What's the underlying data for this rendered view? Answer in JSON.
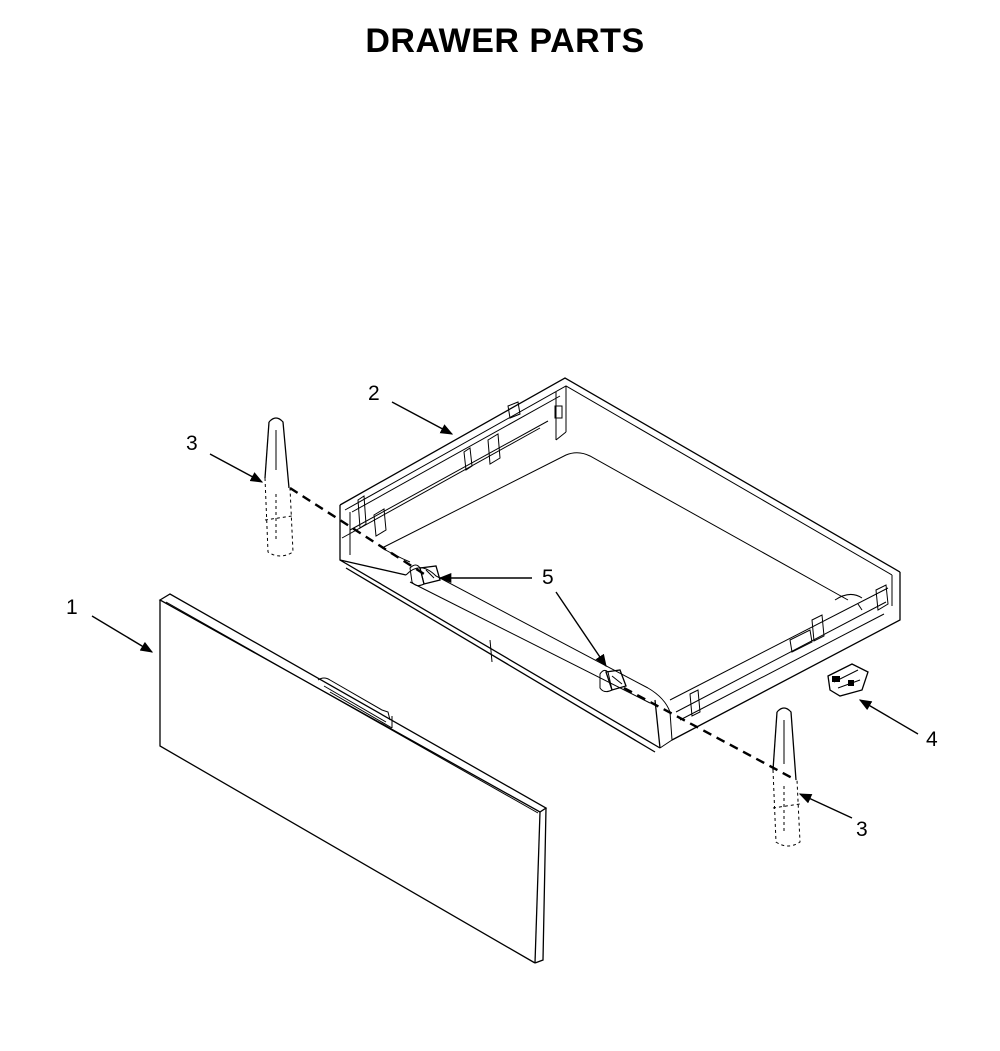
{
  "title": "DRAWER PARTS",
  "callouts": {
    "c1": "1",
    "c2": "2",
    "c3a": "3",
    "c3b": "3",
    "c4": "4",
    "c5": "5"
  }
}
